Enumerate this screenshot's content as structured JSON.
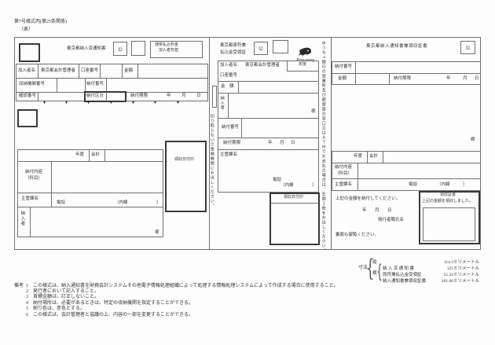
{
  "header": {
    "form_number": "第7号様式丙(第25条関係)",
    "side": "（表）"
  },
  "left": {
    "title": "東京都納入済通知書",
    "ko": "公",
    "fee_line1": "通常払込料金",
    "fee_line2": "加入者負担",
    "subscriber_label": "加入者名",
    "subscriber_value": "東京都会計管理者",
    "account_no_label": "口座番号",
    "amount_label": "金額",
    "agency_no_label": "収納機関番号",
    "payment_no_label": "納付番号",
    "confirm_no_label": "確認番号",
    "category_label": "納付区分",
    "deadline_label": "納付期限",
    "year": "年",
    "month": "月",
    "day": "日",
    "marker": "▼",
    "fiscal_year_label": "年度",
    "account_label": "会計",
    "content_label": "納付内容",
    "content_sub_label": "（科目）",
    "dept_label": "主管課名",
    "tel_label": "電話",
    "ext_label": "（内線",
    "ext_close": "）",
    "payer_label": "納入者",
    "sama": "様",
    "stamp_label": "領収日付印"
  },
  "middle": {
    "title_line1": "東京都原符兼",
    "title_line2": "払込金受領証",
    "ko": "公",
    "payeasy_label": "Pay-easy",
    "subscriber_label": "加入者名",
    "subscriber_value": "東京都会計管理者",
    "fiscal_year_label": "年度",
    "account_no_label": "口座番号",
    "amount_label": "金　額",
    "payer_label": "納入者",
    "sama": "様",
    "payment_no_label": "納付番号",
    "deadline_label": "納付期限",
    "year": "年",
    "month": "月",
    "day": "日",
    "dept_label": "主管課名",
    "tel_label": "電話",
    "ext_label": "（内線",
    "ext_close": "）",
    "stamp_label": "領収日付印",
    "left_strip": "切り取らないで金融機関にお出しください。",
    "right_strip": "ゆうちょ銀行の営業所及び郵便局の窓口又はＡＴＭでお支払の場合は、左側２枚をお出しください。"
  },
  "right": {
    "title": "東京都納入通知書兼領収証書",
    "ko": "公",
    "payment_no_label": "納付番号",
    "amount_label": "金額",
    "deadline_label": "納付期限",
    "year": "年",
    "month": "月",
    "day": "日",
    "sama": "様",
    "fiscal_year_label": "年度",
    "account_label": "会計",
    "content_label": "納付内容",
    "content_sub_label": "（科目）",
    "dept_label": "主管課名",
    "tel_label": "電話",
    "ext_label": "（内線",
    "ext_close": "）",
    "pay_instruction": "上記の金額を納付してください。",
    "issuer_label": "発行者職氏名",
    "back_note": "裏面も御覧ください。",
    "receipt_title": "領収証書",
    "receipt_text": "上記の金額を領収しました。"
  },
  "dimensions": {
    "label": "寸法",
    "vertical_label": "縦",
    "vertical_value": "114.3ミリメートル",
    "horizontal_label": "横",
    "items": [
      {
        "name": "納 入 済 通 知 書",
        "value": "125ミリメートル"
      },
      {
        "name": "原符兼払込金受領証",
        "value": "55.34ミリメートル"
      },
      {
        "name": "納入通知書兼領収証書",
        "value": "101.66ミリメートル"
      }
    ]
  },
  "notes": {
    "heading": "備考",
    "items": [
      {
        "no": "1",
        "text": "この様式は、納入通知書を財務会計システムその他電子情報処理組織によって処理する情報処理システムによって作成する場合に使用すること。"
      },
      {
        "no": "2",
        "text": "発行者において記入すること。"
      },
      {
        "no": "3",
        "text": "首標金額は、訂正しないこと。"
      },
      {
        "no": "4",
        "text": "納付場所は、必要があるときは、特定の収納機関を指定することができる。"
      },
      {
        "no": "5",
        "text": "刷り色は、赤色とする。"
      },
      {
        "no": "6",
        "text": "この様式は、会計管理者と協議の上、内容の一部を変更することができる。"
      }
    ]
  }
}
